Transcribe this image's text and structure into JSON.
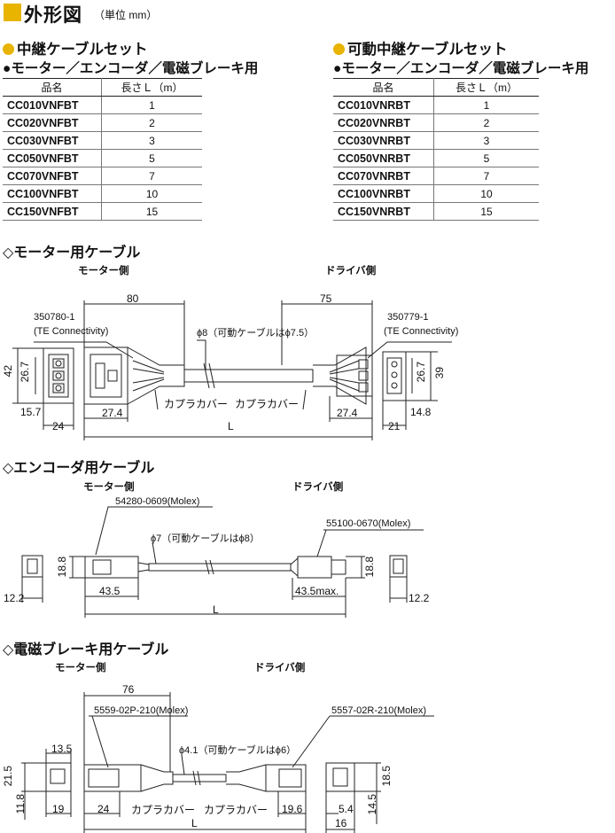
{
  "header": {
    "title": "外形図",
    "unit": "（単位 mm）"
  },
  "tables": [
    {
      "title": "中継ケーブルセット",
      "subtitle": "●モーター／エンコーダ／電磁ブレーキ用",
      "col_name": "品名",
      "col_len": "長さＬ（m）",
      "rows": [
        {
          "name": "CC010VNFBT",
          "len": "1"
        },
        {
          "name": "CC020VNFBT",
          "len": "2"
        },
        {
          "name": "CC030VNFBT",
          "len": "3"
        },
        {
          "name": "CC050VNFBT",
          "len": "5"
        },
        {
          "name": "CC070VNFBT",
          "len": "7"
        },
        {
          "name": "CC100VNFBT",
          "len": "10"
        },
        {
          "name": "CC150VNFBT",
          "len": "15"
        }
      ]
    },
    {
      "title": "可動中継ケーブルセット",
      "subtitle": "●モーター／エンコーダ／電磁ブレーキ用",
      "col_name": "品名",
      "col_len": "長さＬ（m）",
      "rows": [
        {
          "name": "CC010VNRBT",
          "len": "1"
        },
        {
          "name": "CC020VNRBT",
          "len": "2"
        },
        {
          "name": "CC030VNRBT",
          "len": "3"
        },
        {
          "name": "CC050VNRBT",
          "len": "5"
        },
        {
          "name": "CC070VNRBT",
          "len": "7"
        },
        {
          "name": "CC100VNRBT",
          "len": "10"
        },
        {
          "name": "CC150VNRBT",
          "len": "15"
        }
      ]
    }
  ],
  "motor_cable": {
    "title": "◇モーター用ケーブル",
    "side_motor": "モーター側",
    "side_driver": "ドライバ側",
    "dim_80": "80",
    "dim_75": "75",
    "conn_left": "350780-1",
    "conn_left_maker": "(TE Connectivity)",
    "conn_right": "350779-1",
    "conn_right_maker": "(TE Connectivity)",
    "diameter": "ϕ8（可動ケーブルはϕ7.5）",
    "dim_42": "42",
    "dim_26_7_l": "26.7",
    "dim_26_7_r": "26.7",
    "dim_39": "39",
    "dim_15_7": "15.7",
    "dim_24": "24",
    "dim_27_4_l": "27.4",
    "dim_27_4_r": "27.4",
    "dim_14_8": "14.8",
    "dim_21": "21",
    "cover_l": "カプラカバー",
    "cover_r": "カプラカバー",
    "len_L": "L"
  },
  "encoder_cable": {
    "title": "◇エンコーダ用ケーブル",
    "side_motor": "モーター側",
    "side_driver": "ドライバ側",
    "conn_left": "54280-0609(Molex)",
    "conn_right": "55100-0670(Molex)",
    "diameter": "ϕ7（可動ケーブルはϕ8）",
    "dim_18_8_l": "18.8",
    "dim_18_8_r": "18.8",
    "dim_12_2_l": "12.2",
    "dim_12_2_r": "12.2",
    "dim_43_5": "43.5",
    "dim_43_5max": "43.5max.",
    "len_L": "L"
  },
  "brake_cable": {
    "title": "◇電磁ブレーキ用ケーブル",
    "side_motor": "モーター側",
    "side_driver": "ドライバ側",
    "dim_76": "76",
    "conn_left": "5559-02P-210(Molex)",
    "conn_right": "5557-02R-210(Molex)",
    "diameter": "ϕ4.1（可動ケーブルはϕ6）",
    "dim_13_5": "13.5",
    "dim_21_5": "21.5",
    "dim_11_8": "11.8",
    "dim_19": "19",
    "dim_24": "24",
    "cover_l": "カプラカバー",
    "cover_r": "カプラカバー",
    "dim_19_6": "19.6",
    "dim_5_4": "5.4",
    "dim_18_5": "18.5",
    "dim_14_5": "14.5",
    "dim_16": "16",
    "len_L": "L"
  }
}
